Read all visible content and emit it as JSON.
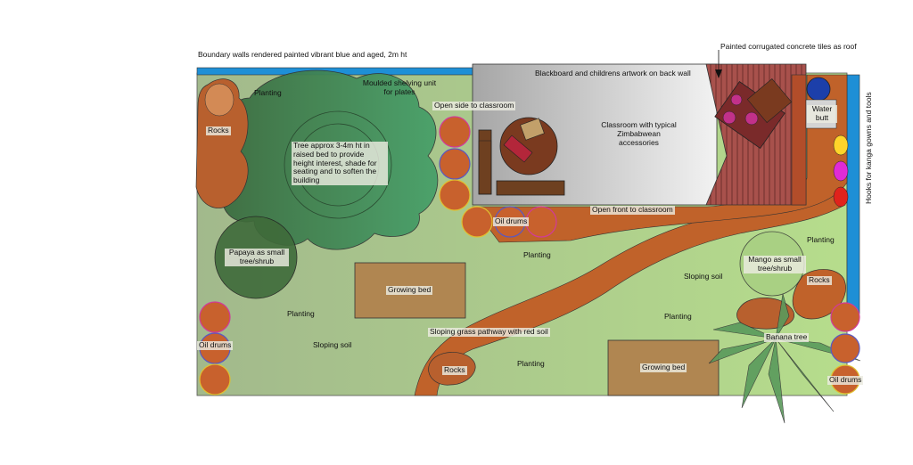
{
  "labels": {
    "boundary_walls": "Boundary walls rendered painted vibrant blue and aged, 2m ht",
    "roof": "Painted corrugated concrete tiles as roof",
    "blackboard": "Blackboard and childrens artwork on back wall",
    "shelving": "Moulded shelving unit for plates",
    "open_side": "Open side to classroom",
    "classroom": "Classroom with typical Zimbabwean accessories",
    "water_butt": "Water butt",
    "hooks": "Hooks for kanga gowns and tools",
    "tree": "Tree approx 3-4m ht in raised bed to provide height interest, shade for seating and to soften the building",
    "rocks_1": "Rocks",
    "planting_1": "Planting",
    "papaya": "Papaya as small tree/shrub",
    "oil_drums_1": "Oil drums",
    "planting_2": "Planting",
    "open_front": "Open front to classroom",
    "growing_bed_1": "Growing bed",
    "planting_3": "Planting",
    "sloping_soil_1": "Sloping soil",
    "oil_drums_2": "Oil drums",
    "pathway": "Sloping grass pathway with red soil",
    "rocks_2": "Rocks",
    "planting_4": "Planting",
    "growing_bed_2": "Growing bed",
    "sloping_soil_2": "Sloping soil",
    "planting_5": "Planting",
    "mango": "Mango as small tree/shrub",
    "rocks_3": "Rocks",
    "planting_6": "Planting",
    "banana": "Banana tree",
    "oil_drums_3": "Oil drums"
  },
  "colors": {
    "wall_blue": "#1e8fd6",
    "grass_left": "#9cbf84",
    "grass_right": "#b4db8c",
    "path_red_soil": "#c0622a",
    "classroom_grey": "#b8b8b8",
    "roof_red": "#a8514c",
    "tree_green": "#3d8a55",
    "growing_bed_brown": "#b08651",
    "oil_drum_fill": "#c8612d"
  }
}
